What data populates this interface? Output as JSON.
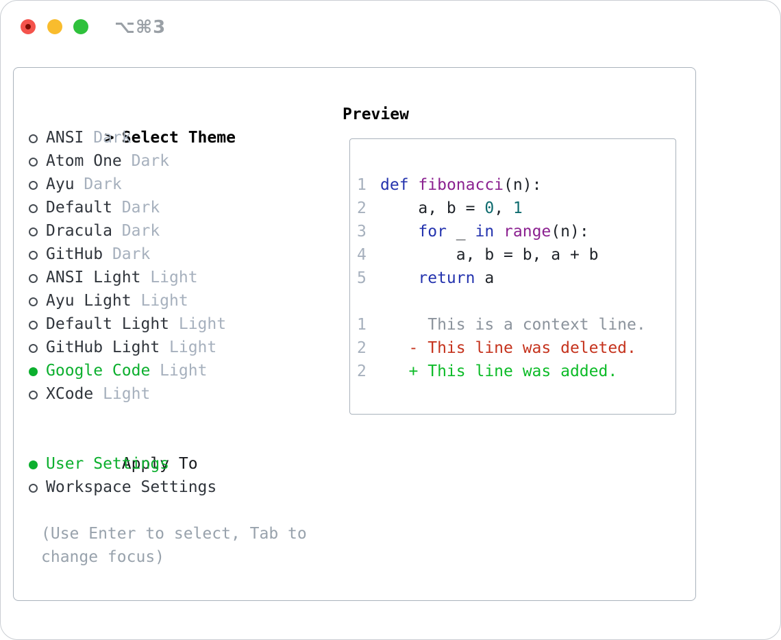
{
  "titlebar": {
    "title": "⌥⌘3",
    "title_color": "#9aa0a6",
    "lights": {
      "red": "#f4534c",
      "red_dot": "#7c0d04",
      "yellow": "#f9bc2d",
      "green": "#2fc13c"
    }
  },
  "ui_colors": {
    "selected_green": "#0caf2e",
    "item_name": "#30353c",
    "variant_gray": "#a6b0bd",
    "help_gray": "#98a2ac",
    "panel_border": "#a9b2bc"
  },
  "select_theme": {
    "prompt": ">",
    "header": "Select Theme",
    "items": [
      {
        "name": "ANSI",
        "variant": "Dark",
        "selected": false
      },
      {
        "name": "Atom One",
        "variant": "Dark",
        "selected": false
      },
      {
        "name": "Ayu",
        "variant": "Dark",
        "selected": false
      },
      {
        "name": "Default",
        "variant": "Dark",
        "selected": false
      },
      {
        "name": "Dracula",
        "variant": "Dark",
        "selected": false
      },
      {
        "name": "GitHub",
        "variant": "Dark",
        "selected": false
      },
      {
        "name": "ANSI Light",
        "variant": "Light",
        "selected": false
      },
      {
        "name": "Ayu Light",
        "variant": "Light",
        "selected": false
      },
      {
        "name": "Default Light",
        "variant": "Light",
        "selected": false
      },
      {
        "name": "GitHub Light",
        "variant": "Light",
        "selected": false
      },
      {
        "name": "Google Code",
        "variant": "Light",
        "selected": true
      },
      {
        "name": "XCode",
        "variant": "Light",
        "selected": false
      }
    ]
  },
  "apply_to": {
    "header": "Apply To",
    "options": [
      {
        "name": "User Settings",
        "selected": true
      },
      {
        "name": "Workspace Settings",
        "selected": false
      }
    ]
  },
  "help_text": "(Use Enter to select, Tab to change focus)",
  "preview": {
    "label": "Preview",
    "palette": {
      "keyword": "#2433ae",
      "function": "#8b2190",
      "number": "#0e6b6e",
      "plain": "#20242a",
      "context": "#8b939c",
      "deleted": "#c5331d",
      "added": "#0dbb28",
      "lineno": "#a6b0bd"
    },
    "lines": [
      {
        "num": "1",
        "segments": [
          {
            "text": "def",
            "color": "keyword"
          },
          {
            "text": " ",
            "color": "plain"
          },
          {
            "text": "fibonacci",
            "color": "function"
          },
          {
            "text": "(n):",
            "color": "plain"
          }
        ]
      },
      {
        "num": "2",
        "segments": [
          {
            "text": "    a, b = ",
            "color": "plain"
          },
          {
            "text": "0",
            "color": "number"
          },
          {
            "text": ", ",
            "color": "plain"
          },
          {
            "text": "1",
            "color": "number"
          }
        ]
      },
      {
        "num": "3",
        "segments": [
          {
            "text": "    ",
            "color": "plain"
          },
          {
            "text": "for",
            "color": "keyword"
          },
          {
            "text": " _ ",
            "color": "plain"
          },
          {
            "text": "in",
            "color": "keyword"
          },
          {
            "text": " ",
            "color": "plain"
          },
          {
            "text": "range",
            "color": "function"
          },
          {
            "text": "(n):",
            "color": "plain"
          }
        ]
      },
      {
        "num": "4",
        "segments": [
          {
            "text": "        a, b = b, a + b",
            "color": "plain"
          }
        ]
      },
      {
        "num": "5",
        "segments": [
          {
            "text": "    ",
            "color": "plain"
          },
          {
            "text": "return",
            "color": "keyword"
          },
          {
            "text": " a",
            "color": "plain"
          }
        ]
      },
      {
        "num": "",
        "segments": []
      },
      {
        "num": "1",
        "segments": [
          {
            "text": "     This is a context line.",
            "color": "context"
          }
        ]
      },
      {
        "num": "2",
        "segments": [
          {
            "text": "   - This line was deleted.",
            "color": "deleted"
          }
        ]
      },
      {
        "num": "2",
        "segments": [
          {
            "text": "   + This line was added.",
            "color": "added"
          }
        ]
      }
    ]
  }
}
